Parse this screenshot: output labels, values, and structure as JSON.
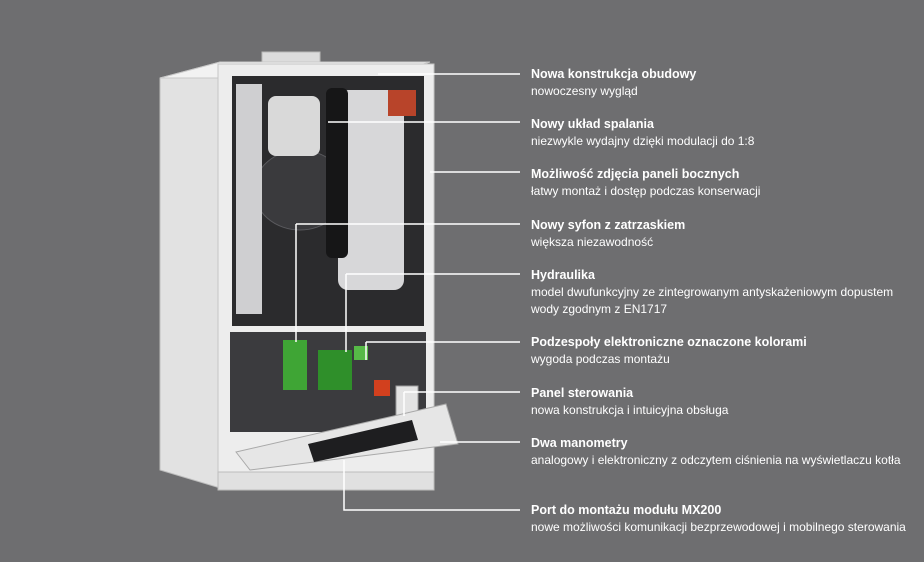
{
  "colors": {
    "background": "#6e6e70",
    "leader": "#ffffff",
    "text": "#ffffff",
    "boiler_casing": "#ececec",
    "green_parts": "#3fa535",
    "red_parts": "#d2401e"
  },
  "callouts": [
    {
      "title": "Nowa konstrukcja obudowy",
      "desc": "nowoczesny wygląd"
    },
    {
      "title": "Nowy układ spalania",
      "desc": "niezwykle wydajny dzięki modulacji do 1:8"
    },
    {
      "title": "Możliwość zdjęcia paneli bocznych",
      "desc": "łatwy montaż i dostęp podczas konserwacji"
    },
    {
      "title": "Nowy syfon z zatrzaskiem",
      "desc": "większa niezawodność"
    },
    {
      "title": "Hydraulika",
      "desc": "model dwufunkcyjny ze zintegrowanym antyskażeniowym dopustem wody zgodnym z EN1717"
    },
    {
      "title": "Podzespoły elektroniczne oznaczone kolorami",
      "desc": "wygoda podczas montażu"
    },
    {
      "title": "Panel sterowania",
      "desc": "nowa konstrukcja i intuicyjna obsługa"
    },
    {
      "title": "Dwa manometry",
      "desc": "analogowy i elektroniczny z odczytem ciśnienia na wyświetlaczu kotła"
    },
    {
      "title": "Port do montażu modułu MX200",
      "desc": "nowe możliwości komunikacji bezprzewodowej i mobilnego sterowania"
    }
  ]
}
